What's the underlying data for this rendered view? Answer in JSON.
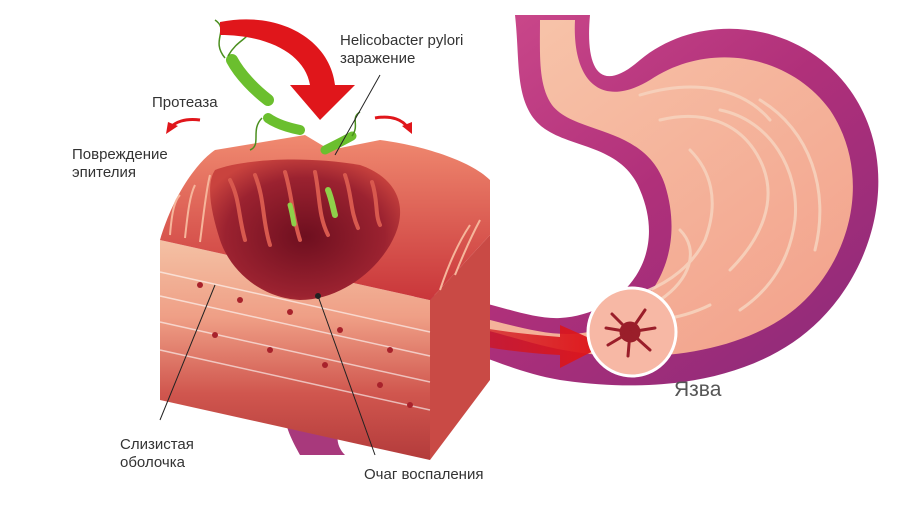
{
  "labels": {
    "helicobacter_line1": "Helicobacter pylori",
    "helicobacter_line2": "заражение",
    "protease": "Протеаза",
    "damage_line1": "Повреждение",
    "damage_line2": "эпителия",
    "mucosa_line1": "Слизистая",
    "mucosa_line2": "оболочка",
    "inflammation": "Очаг воспаления",
    "ulcer": "Язва"
  },
  "colors": {
    "stomach_outer": "#b0307a",
    "stomach_inner": "#f5b9a0",
    "tissue_top": "#d9504a",
    "ulcer_crater": "#8e1c2a",
    "arrow": "#e0161b",
    "bacteria": "#6bbf2e",
    "leader_line": "#222222"
  },
  "icons": {
    "bacteria": "helicobacter-bacterium-icon",
    "ulcer_spot": "ulcer-lesion-icon",
    "arrows": "red-curved-arrow-icon"
  }
}
